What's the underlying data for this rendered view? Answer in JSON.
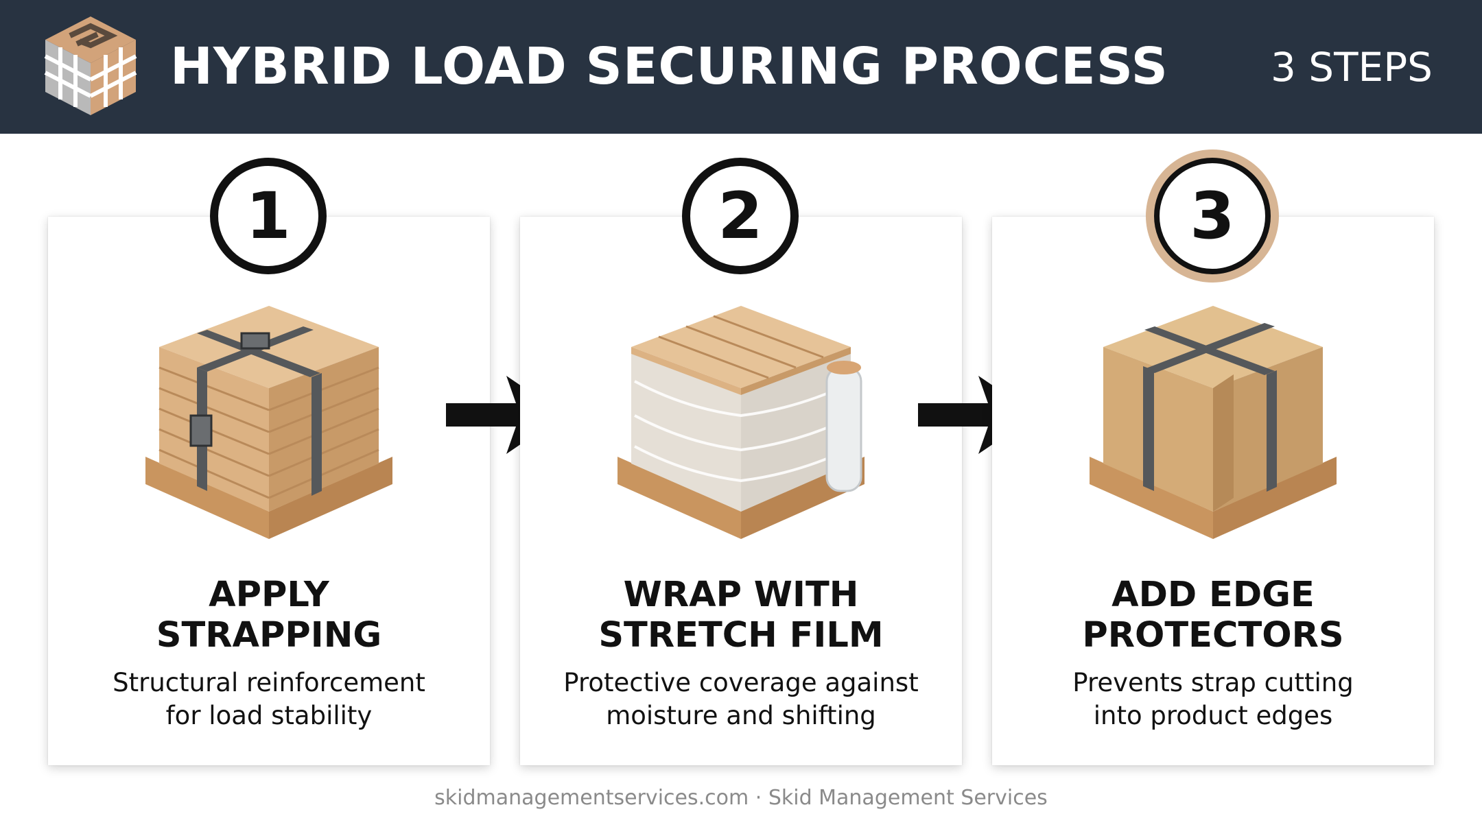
{
  "header": {
    "title": "HYBRID LOAD SECURING PROCESS",
    "steps_count": "3 STEPS",
    "logo_icon": "pallet-logo-icon"
  },
  "steps": [
    {
      "number": "1",
      "title_line1": "APPLY",
      "title_line2": "STRAPPING",
      "desc_line1": "Structural reinforcement",
      "desc_line2": "for load stability",
      "icon": "strapped-pallet-icon"
    },
    {
      "number": "2",
      "title_line1": "WRAP WITH",
      "title_line2": "STRETCH FILM",
      "desc_line1": "Protective coverage against",
      "desc_line2": "moisture and shifting",
      "icon": "stretch-wrapped-pallet-icon"
    },
    {
      "number": "3",
      "title_line1": "ADD EDGE",
      "title_line2": "PROTECTORS",
      "desc_line1": "Prevents strap cutting",
      "desc_line2": "into product edges",
      "icon": "edge-protected-box-icon"
    }
  ],
  "footer": "skidmanagementservices.com · Skid Management Services",
  "colors": {
    "header_bg": "#283341",
    "accent_ring": "#d7b594",
    "wood": "#e0b98a",
    "strap": "#55585b"
  }
}
